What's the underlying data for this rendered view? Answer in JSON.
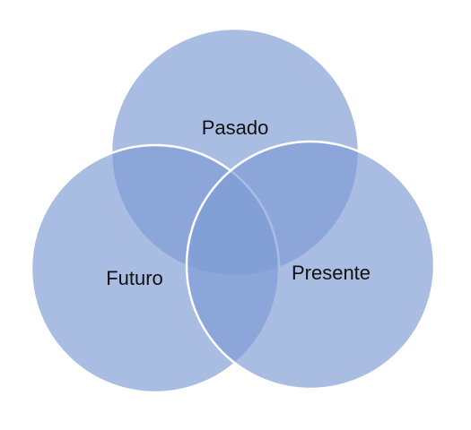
{
  "diagram": {
    "type": "venn",
    "circle_fill": "#7d9bd4",
    "circles": [
      {
        "id": "pasado",
        "label": "Pasado"
      },
      {
        "id": "futuro",
        "label": "Futuro"
      },
      {
        "id": "presente",
        "label": "Presente"
      }
    ]
  }
}
